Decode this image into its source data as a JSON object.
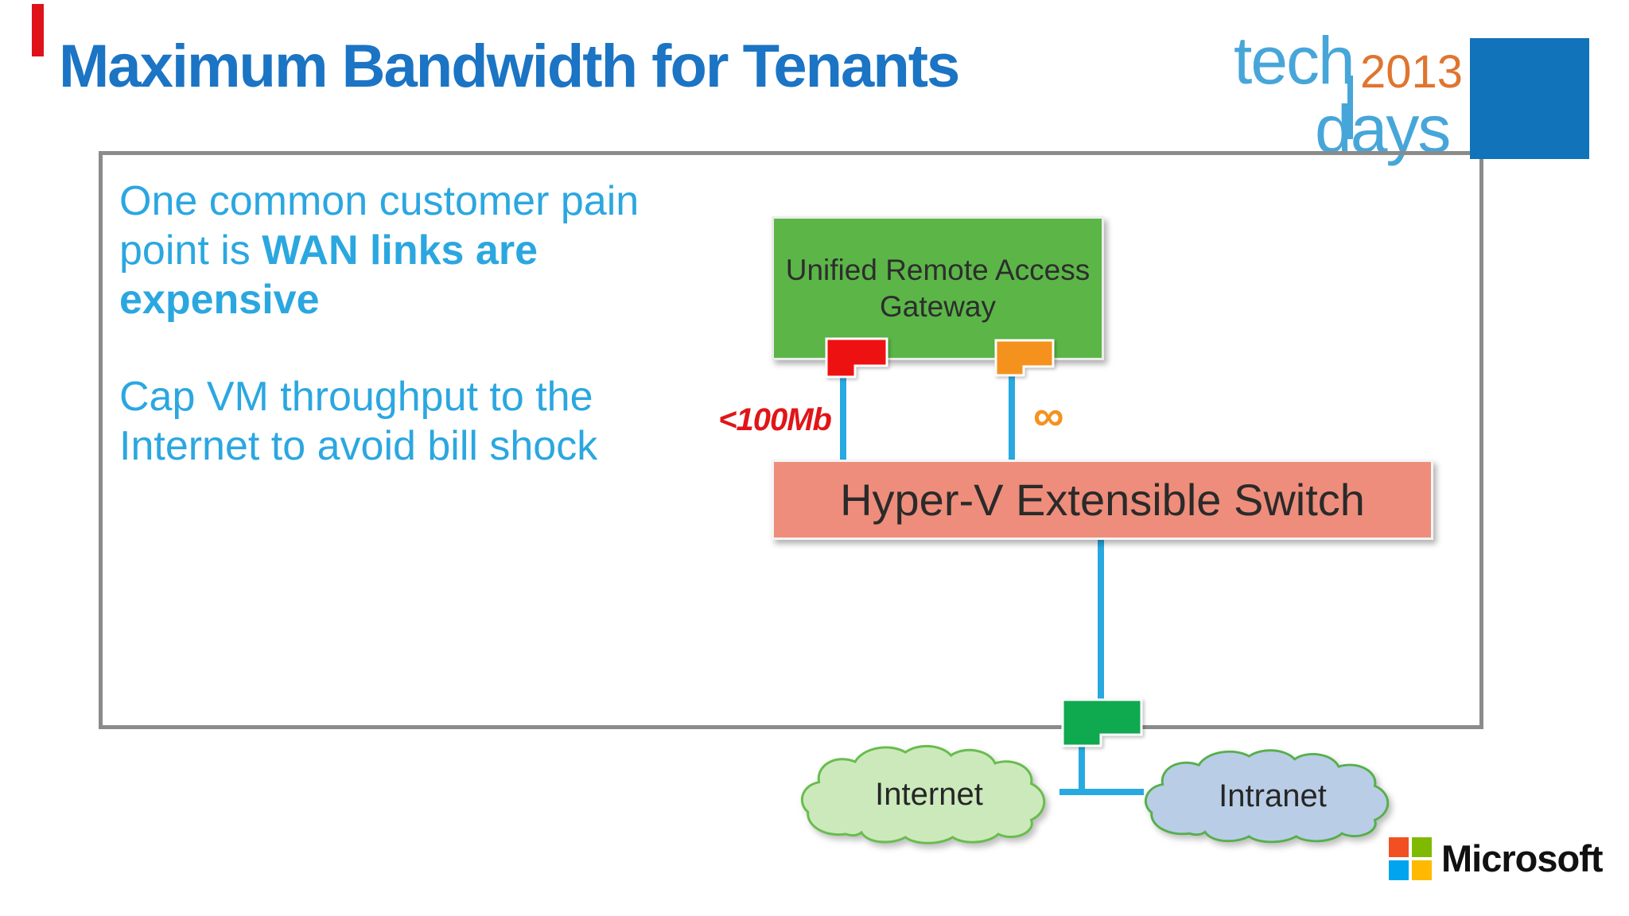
{
  "slide": {
    "title": "Maximum Bandwidth for Tenants",
    "pain_point": {
      "lines": [
        {
          "regular": "One common customer pain",
          "bold": ""
        },
        {
          "regular": "point is ",
          "bold": "WAN links are"
        },
        {
          "regular": "",
          "bold": "expensive"
        }
      ]
    },
    "cap_note": {
      "lines": [
        "Cap VM throughput to the",
        "Internet to avoid bill shock"
      ]
    }
  },
  "techdays_logo": {
    "tech": "tech",
    "year": "2013",
    "days": "days"
  },
  "diagram": {
    "gateway": {
      "line1": "Unified Remote Access",
      "line2": "Gateway"
    },
    "switch_label": "Hyper-V Extensible Switch",
    "bandwidth_cap_label": "<100Mb",
    "unlimited_label": "∞",
    "internet_label": "Internet",
    "intranet_label": "Intranet"
  },
  "microsoft_logo": {
    "wordmark": "Microsoft"
  },
  "colors": {
    "title_blue": "#1b74c4",
    "body_blue": "#2ba7e0",
    "gateway_green": "#5bb647",
    "switch_salmon": "#ee8d7b",
    "connector_red": "#ee1111",
    "connector_orange": "#f5921e",
    "connector_green": "#0fa950",
    "line_blue": "#29a9e1",
    "cap_label_red": "#e11518",
    "infinity_orange": "#f5921e",
    "internet_cloud_fill": "#cce9bc",
    "internet_cloud_stroke": "#68bd4d",
    "intranet_cloud_fill": "#b9cde6",
    "intranet_cloud_stroke": "#55af4b",
    "techdays_blue": "#47a6d9",
    "techdays_orange": "#df752f",
    "techdays_square_blue": "#1173b9",
    "frame_gray": "#8b8b8b",
    "red_marker": "#df1219",
    "ms_square_red": "#f25022",
    "ms_square_green": "#7fba00",
    "ms_square_blue": "#00a4ef",
    "ms_square_yellow": "#ffb900"
  }
}
